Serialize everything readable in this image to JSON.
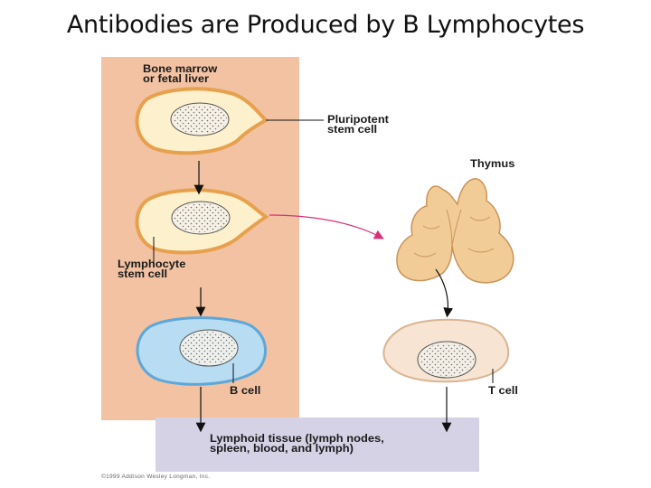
{
  "title": "Antibodies are Produced by B Lymphocytes",
  "labels": {
    "bone_marrow": [
      "Bone marrow",
      "or fetal liver"
    ],
    "pluripotent": [
      "Pluripotent",
      "stem cell"
    ],
    "thymus": "Thymus",
    "lymphocyte_stem": [
      "Lymphocyte",
      "stem cell"
    ],
    "b_cell": "B cell",
    "t_cell": "T cell",
    "lymphoid_tissue": [
      "Lymphoid tissue (lymph nodes,",
      "spleen, blood, and lymph)"
    ]
  },
  "copyright": "©1999 Addison Wesley Longman, Inc.",
  "colors": {
    "marrow_panel": "#f2c2a2",
    "stem_cell_fill": "#fdf0cc",
    "b_cell_fill": "#b8dcf2",
    "t_cell_fill": "#f7e4d2",
    "thymus_fill": "#f1cc96",
    "lymphoid_band": "#d5d2e6",
    "migration_arrow": "#d8307a"
  }
}
